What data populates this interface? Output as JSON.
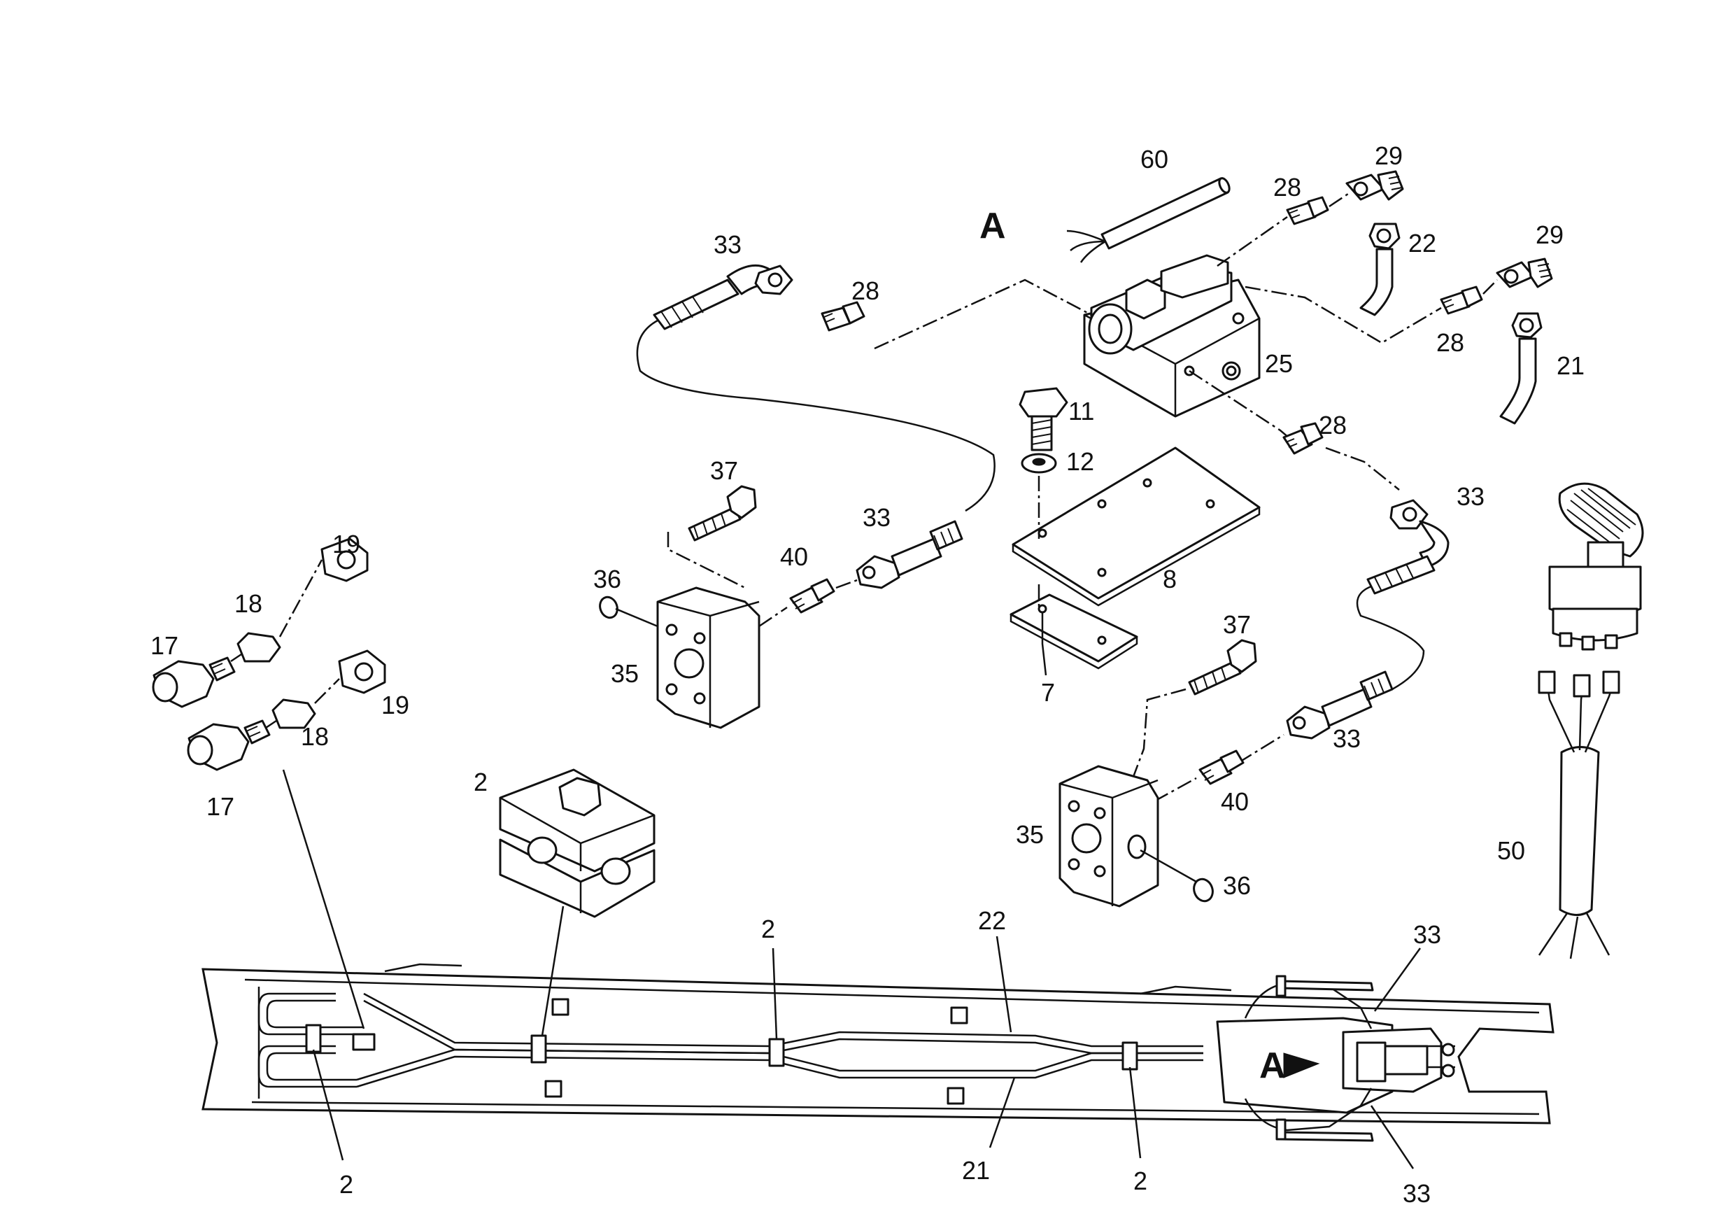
{
  "view_label": "A",
  "callouts": {
    "p60": "60",
    "p28a": "28",
    "p29a": "29",
    "p22": "22",
    "p33a": "33",
    "p28b": "28",
    "p29b": "29",
    "p28c": "28",
    "p21a": "21",
    "p25": "25",
    "p11": "11",
    "p12": "12",
    "p28d": "28",
    "p33b": "33",
    "p37a": "37",
    "p33c": "33",
    "p36a": "36",
    "p40a": "40",
    "p8": "8",
    "p35a": "35",
    "p7": "7",
    "p19a": "19",
    "p18a": "18",
    "p17a": "17",
    "p19b": "19",
    "p18b": "18",
    "p17b": "17",
    "p37b": "37",
    "p33d": "33",
    "p40b": "40",
    "p35b": "35",
    "p36b": "36",
    "p50": "50",
    "p2a": "2",
    "p2b": "2",
    "p22b": "22",
    "p33e": "33",
    "p2c": "2",
    "p21b": "21",
    "p2d": "2",
    "p33f": "33"
  },
  "assembly_marker": "A"
}
